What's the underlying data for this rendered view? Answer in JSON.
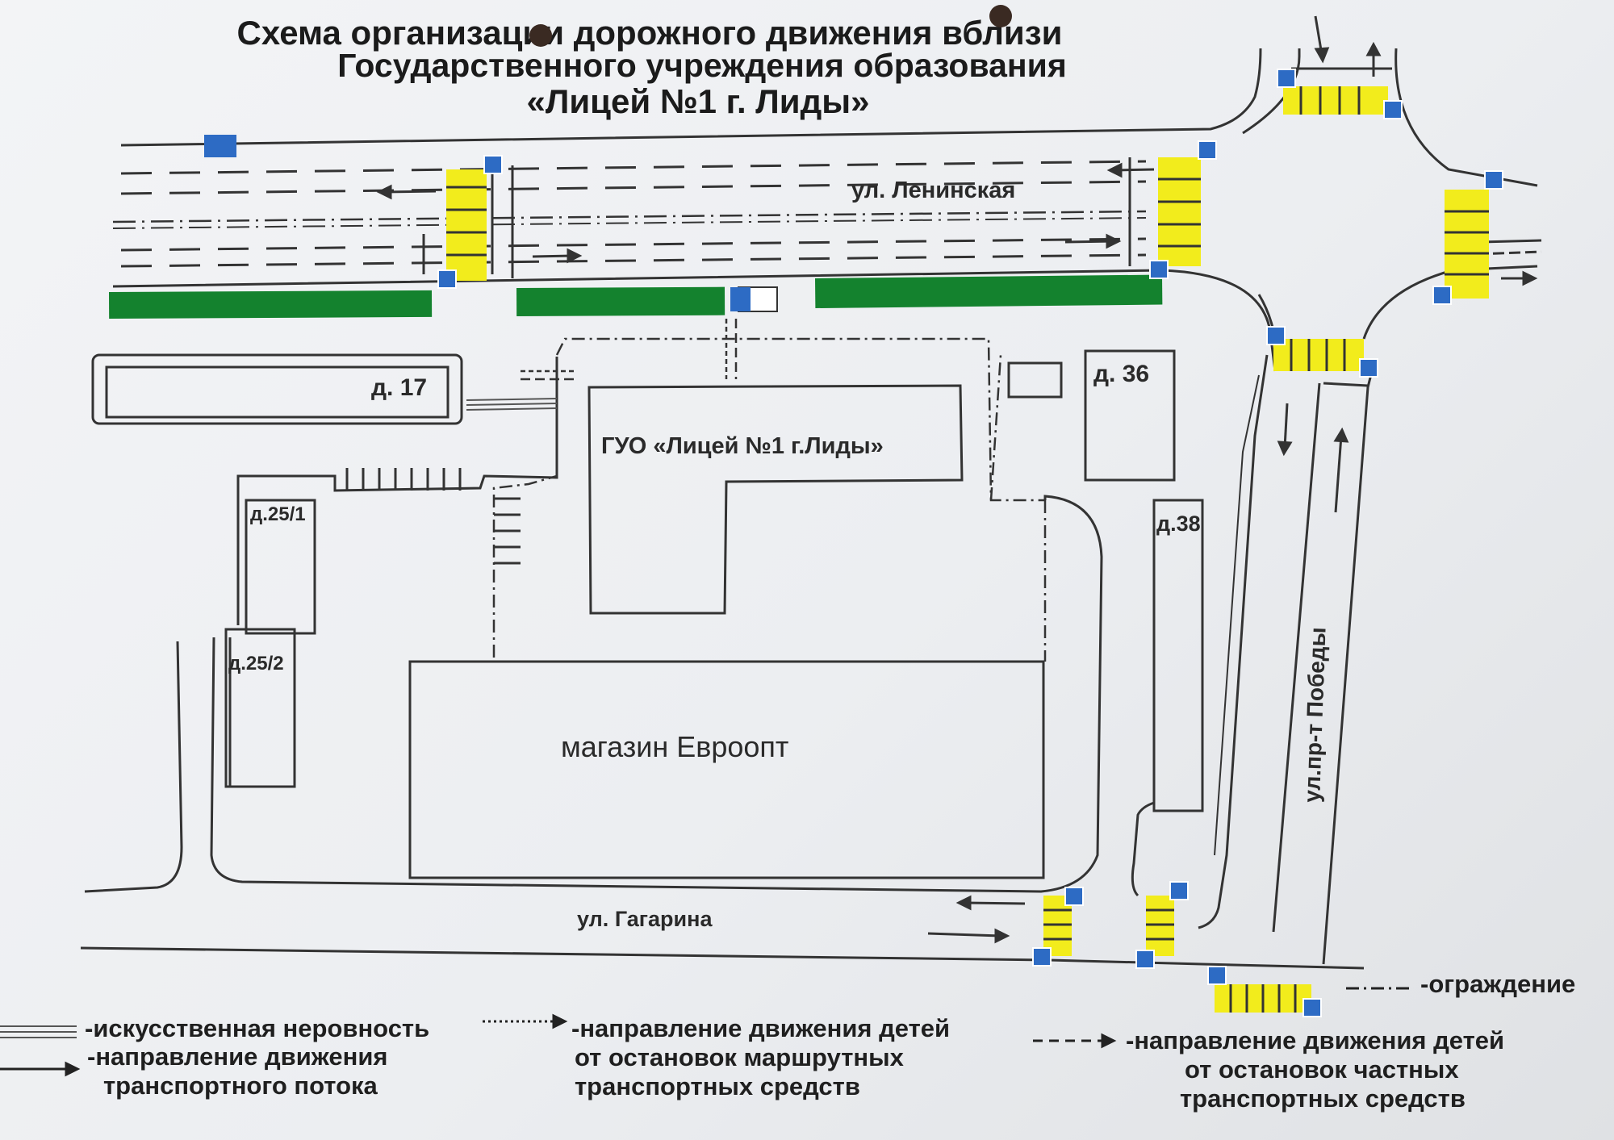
{
  "title": {
    "line1": "Схема организации дорожного движения вблизи",
    "line2": "Государственного учреждения образования",
    "line3": "«Лицей №1 г. Лиды»"
  },
  "streets": {
    "leninskaya": "ул. Ленинская",
    "gagarina": "ул. Гагарина",
    "pobedy": "ул.пр-т Победы"
  },
  "buildings": {
    "d17": "д. 17",
    "lyceum": "ГУО «Лицей №1 г.Лиды»",
    "d36": "д. 36",
    "d38": "д.38",
    "d25_1": "д.25/1",
    "d25_2": "д.25/2",
    "store": "магазин Евроопт"
  },
  "legend": {
    "speed_bump": "-искусственная неровность",
    "traffic_flow_1": "-направление движения",
    "traffic_flow_2": "транспортного потока",
    "route_bus_1": "-направление движения детей",
    "route_bus_2": "от остановок маршрутных",
    "route_bus_3": "транспортных средств",
    "fence": "-ограждение",
    "route_private_1": "-направление движения детей",
    "route_private_2": "от остановок частных",
    "route_private_3": "транспортных средств"
  },
  "colors": {
    "paper": "#eef0f3",
    "line": "#3a3a3a",
    "green_strip": "#14822e",
    "crosswalk_yellow": "#f2ec1c",
    "sign_blue": "#2d6bc4"
  }
}
